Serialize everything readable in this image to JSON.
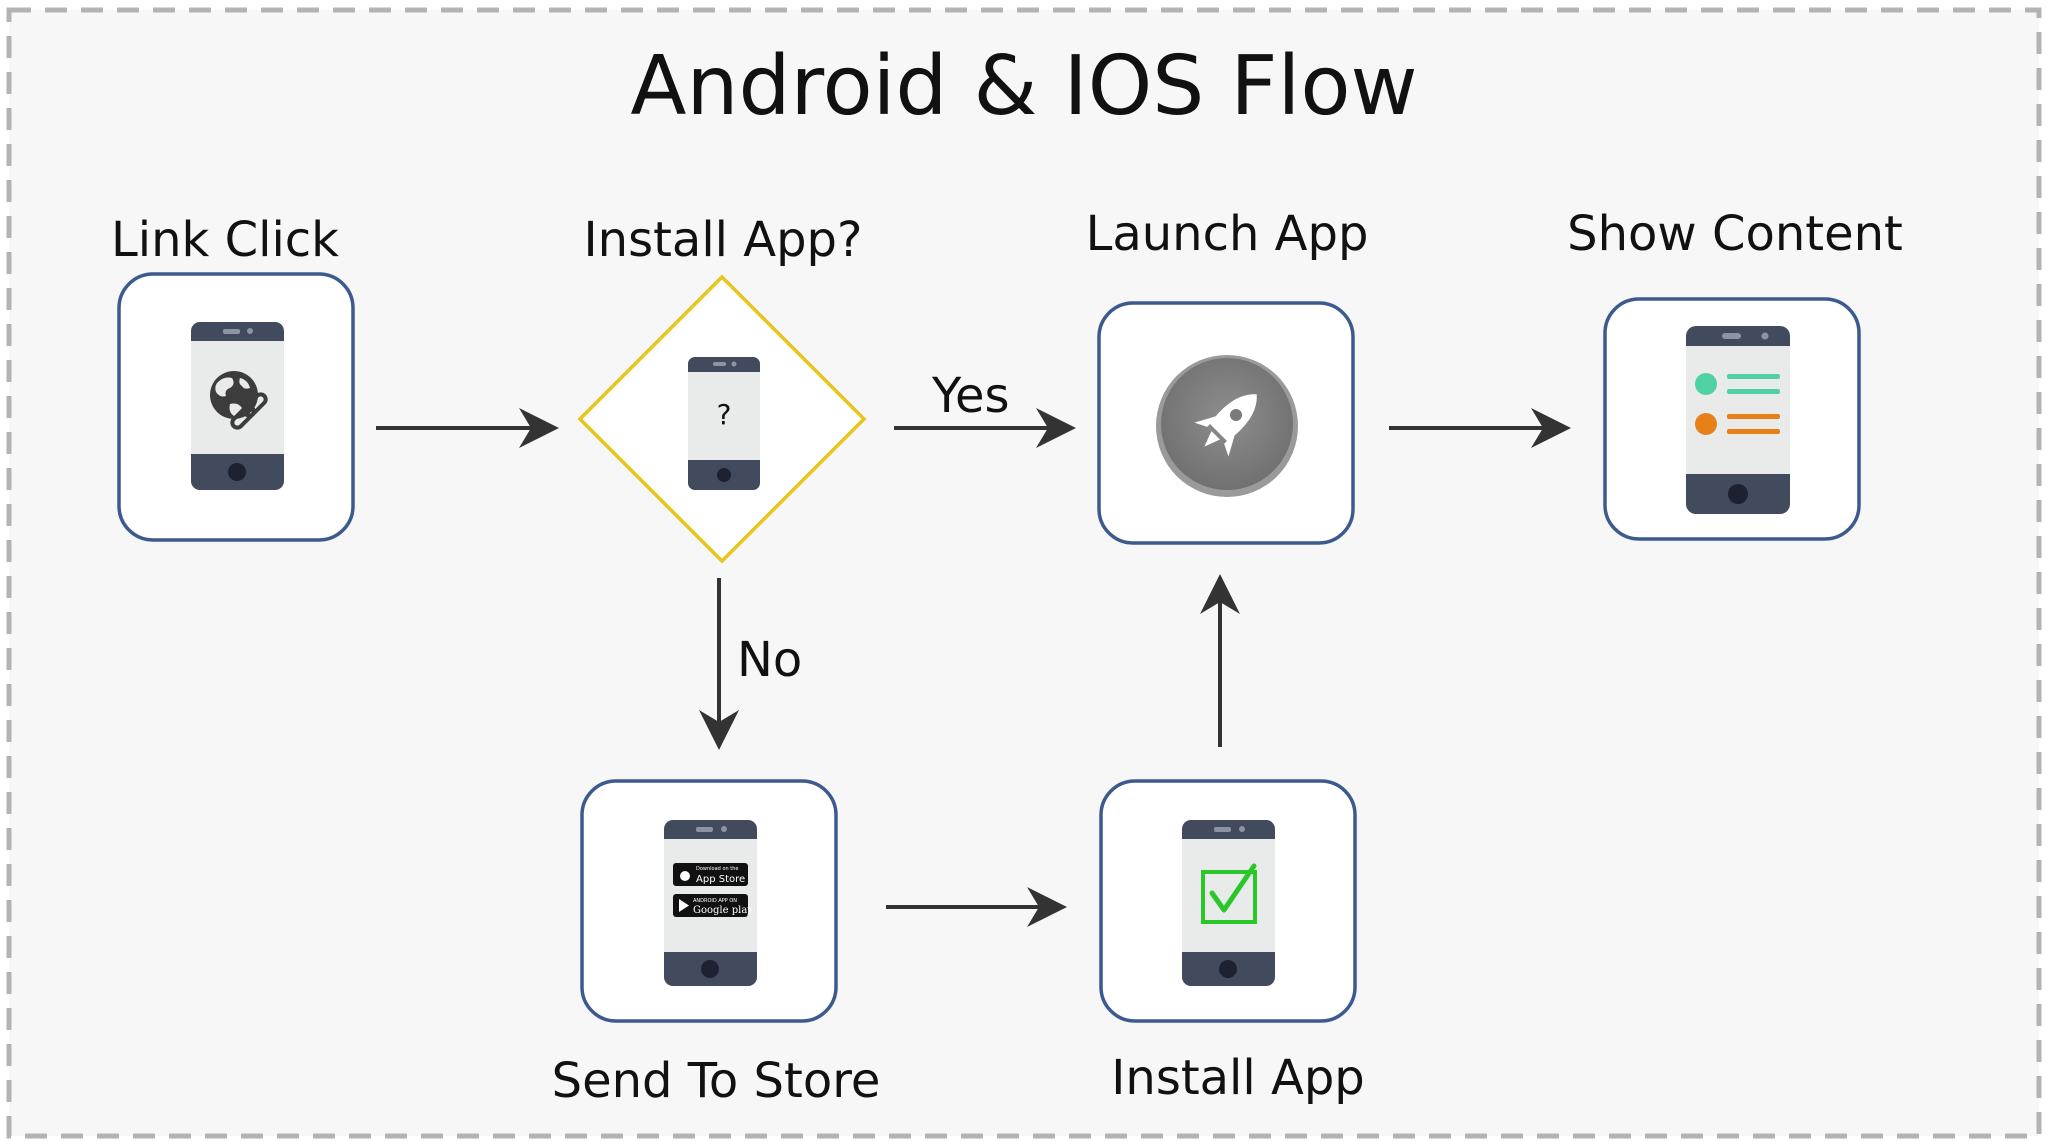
{
  "title": "Android & IOS Flow",
  "nodes": {
    "link_click": "Link Click",
    "install_app_question": "Install App?",
    "launch_app": "Launch App",
    "show_content": "Show Content",
    "send_to_store": "Send To Store",
    "install_app": "Install App"
  },
  "edges": {
    "yes": "Yes",
    "no": "No"
  },
  "question_mark": "?",
  "store_badges": {
    "app_store_small": "Download on the",
    "app_store": "App Store",
    "google_play_small": "ANDROID APP ON",
    "google_play": "Google play"
  },
  "colors": {
    "border_dashed": "#b3b3b3",
    "background": "#f7f7f7",
    "node_border": "#3d5a8f",
    "diamond_border": "#e8c51b",
    "phone_body": "#424a5e",
    "phone_screen": "#e8ebea",
    "arrow": "#333333",
    "teal": "#4fd1a4",
    "orange": "#e8801a",
    "check_green": "#29c72a"
  }
}
